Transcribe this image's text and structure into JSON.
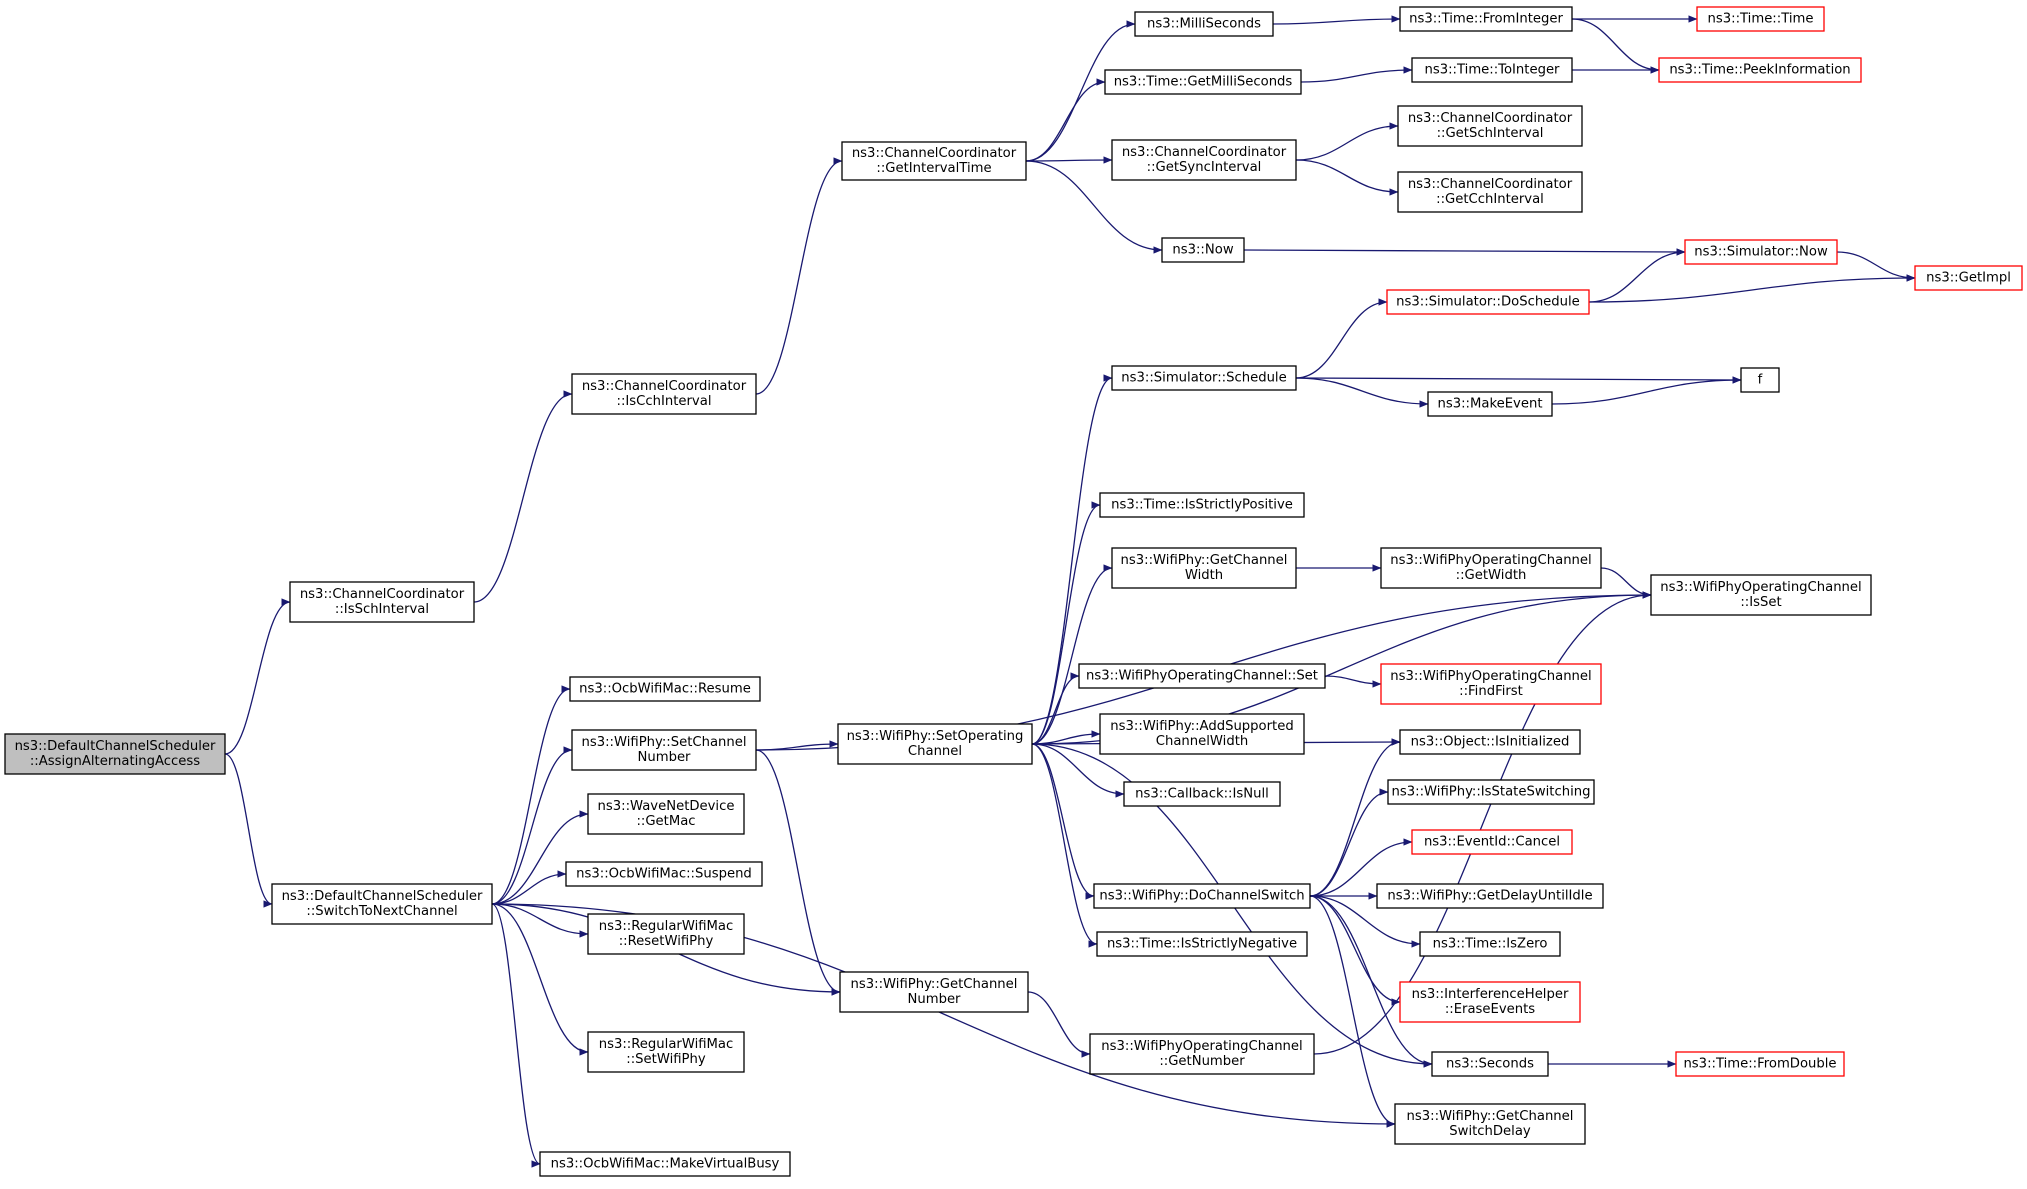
{
  "colors": {
    "edge": "#191970",
    "node_border": "#000000",
    "missing_node_border": "#ff0000",
    "root_fill": "#bfbfbf"
  },
  "nodes": [
    {
      "id": "root",
      "lines": [
        "ns3::DefaultChannelScheduler",
        "::AssignAlternatingAccess"
      ],
      "style": "root"
    },
    {
      "id": "isSch",
      "lines": [
        "ns3::ChannelCoordinator",
        "::IsSchInterval"
      ]
    },
    {
      "id": "switchNext",
      "lines": [
        "ns3::DefaultChannelScheduler",
        "::SwitchToNextChannel"
      ]
    },
    {
      "id": "isCch",
      "lines": [
        "ns3::ChannelCoordinator",
        "::IsCchInterval"
      ]
    },
    {
      "id": "getInterval",
      "lines": [
        "ns3::ChannelCoordinator",
        "::GetIntervalTime"
      ]
    },
    {
      "id": "milli",
      "lines": [
        "ns3::MilliSeconds"
      ]
    },
    {
      "id": "getMilli",
      "lines": [
        "ns3::Time::GetMilliSeconds"
      ]
    },
    {
      "id": "getSync",
      "lines": [
        "ns3::ChannelCoordinator",
        "::GetSyncInterval"
      ]
    },
    {
      "id": "now",
      "lines": [
        "ns3::Now"
      ]
    },
    {
      "id": "fromInt",
      "lines": [
        "ns3::Time::FromInteger"
      ]
    },
    {
      "id": "toInt",
      "lines": [
        "ns3::Time::ToInteger"
      ]
    },
    {
      "id": "getSchInt",
      "lines": [
        "ns3::ChannelCoordinator",
        "::GetSchInterval"
      ]
    },
    {
      "id": "getCchInt",
      "lines": [
        "ns3::ChannelCoordinator",
        "::GetCchInterval"
      ]
    },
    {
      "id": "timeTime",
      "lines": [
        "ns3::Time::Time"
      ],
      "style": "red"
    },
    {
      "id": "peek",
      "lines": [
        "ns3::Time::PeekInformation"
      ],
      "style": "red"
    },
    {
      "id": "simNow",
      "lines": [
        "ns3::Simulator::Now"
      ],
      "style": "red"
    },
    {
      "id": "getImpl",
      "lines": [
        "ns3::GetImpl"
      ],
      "style": "red"
    },
    {
      "id": "doSched",
      "lines": [
        "ns3::Simulator::DoSchedule"
      ],
      "style": "red"
    },
    {
      "id": "schedule",
      "lines": [
        "ns3::Simulator::Schedule"
      ]
    },
    {
      "id": "f",
      "lines": [
        "f"
      ]
    },
    {
      "id": "makeEvent",
      "lines": [
        "ns3::MakeEvent"
      ]
    },
    {
      "id": "isStrictPos",
      "lines": [
        "ns3::Time::IsStrictlyPositive"
      ]
    },
    {
      "id": "getChanWidth",
      "lines": [
        "ns3::WifiPhy::GetChannel",
        "Width"
      ]
    },
    {
      "id": "opGetWidth",
      "lines": [
        "ns3::WifiPhyOperatingChannel",
        "::GetWidth"
      ]
    },
    {
      "id": "opIsSet",
      "lines": [
        "ns3::WifiPhyOperatingChannel",
        "::IsSet"
      ]
    },
    {
      "id": "opSet",
      "lines": [
        "ns3::WifiPhyOperatingChannel::Set"
      ]
    },
    {
      "id": "findFirst",
      "lines": [
        "ns3::WifiPhyOperatingChannel",
        "::FindFirst"
      ],
      "style": "red"
    },
    {
      "id": "resume",
      "lines": [
        "ns3::OcbWifiMac::Resume"
      ]
    },
    {
      "id": "setChanNum",
      "lines": [
        "ns3::WifiPhy::SetChannel",
        "Number"
      ]
    },
    {
      "id": "setOpChan",
      "lines": [
        "ns3::WifiPhy::SetOperating",
        "Channel"
      ]
    },
    {
      "id": "addSupp",
      "lines": [
        "ns3::WifiPhy::AddSupported",
        "ChannelWidth"
      ]
    },
    {
      "id": "isInit",
      "lines": [
        "ns3::Object::IsInitialized"
      ]
    },
    {
      "id": "getMac",
      "lines": [
        "ns3::WaveNetDevice",
        "::GetMac"
      ]
    },
    {
      "id": "isNull",
      "lines": [
        "ns3::Callback::IsNull"
      ]
    },
    {
      "id": "isStateSw",
      "lines": [
        "ns3::WifiPhy::IsStateSwitching"
      ]
    },
    {
      "id": "suspend",
      "lines": [
        "ns3::OcbWifiMac::Suspend"
      ]
    },
    {
      "id": "cancel",
      "lines": [
        "ns3::EventId::Cancel"
      ],
      "style": "red"
    },
    {
      "id": "doChanSw",
      "lines": [
        "ns3::WifiPhy::DoChannelSwitch"
      ]
    },
    {
      "id": "getDelay",
      "lines": [
        "ns3::WifiPhy::GetDelayUntilIdle"
      ]
    },
    {
      "id": "resetPhy",
      "lines": [
        "ns3::RegularWifiMac",
        "::ResetWifiPhy"
      ]
    },
    {
      "id": "isStrictNeg",
      "lines": [
        "ns3::Time::IsStrictlyNegative"
      ]
    },
    {
      "id": "isZero",
      "lines": [
        "ns3::Time::IsZero"
      ]
    },
    {
      "id": "getChanNum",
      "lines": [
        "ns3::WifiPhy::GetChannel",
        "Number"
      ]
    },
    {
      "id": "erase",
      "lines": [
        "ns3::InterferenceHelper",
        "::EraseEvents"
      ],
      "style": "red"
    },
    {
      "id": "setPhy",
      "lines": [
        "ns3::RegularWifiMac",
        "::SetWifiPhy"
      ]
    },
    {
      "id": "opGetNum",
      "lines": [
        "ns3::WifiPhyOperatingChannel",
        "::GetNumber"
      ]
    },
    {
      "id": "seconds",
      "lines": [
        "ns3::Seconds"
      ]
    },
    {
      "id": "fromDouble",
      "lines": [
        "ns3::Time::FromDouble"
      ],
      "style": "red"
    },
    {
      "id": "getSwDelay",
      "lines": [
        "ns3::WifiPhy::GetChannel",
        "SwitchDelay"
      ]
    },
    {
      "id": "virtBusy",
      "lines": [
        "ns3::OcbWifiMac::MakeVirtualBusy"
      ]
    }
  ],
  "edges": [
    [
      "root",
      "isSch"
    ],
    [
      "root",
      "switchNext"
    ],
    [
      "isSch",
      "isCch"
    ],
    [
      "isCch",
      "getInterval"
    ],
    [
      "getInterval",
      "milli"
    ],
    [
      "getInterval",
      "getMilli"
    ],
    [
      "getInterval",
      "getSync"
    ],
    [
      "getInterval",
      "now"
    ],
    [
      "milli",
      "fromInt"
    ],
    [
      "fromInt",
      "timeTime"
    ],
    [
      "fromInt",
      "peek"
    ],
    [
      "getMilli",
      "toInt"
    ],
    [
      "toInt",
      "peek"
    ],
    [
      "getSync",
      "getSchInt"
    ],
    [
      "getSync",
      "getCchInt"
    ],
    [
      "now",
      "simNow"
    ],
    [
      "simNow",
      "getImpl"
    ],
    [
      "doSched",
      "simNow"
    ],
    [
      "doSched",
      "getImpl"
    ],
    [
      "schedule",
      "doSched"
    ],
    [
      "schedule",
      "f"
    ],
    [
      "schedule",
      "makeEvent"
    ],
    [
      "makeEvent",
      "f"
    ],
    [
      "switchNext",
      "resume"
    ],
    [
      "switchNext",
      "setChanNum"
    ],
    [
      "switchNext",
      "getMac"
    ],
    [
      "switchNext",
      "suspend"
    ],
    [
      "switchNext",
      "resetPhy"
    ],
    [
      "switchNext",
      "getChanNum"
    ],
    [
      "switchNext",
      "setPhy"
    ],
    [
      "switchNext",
      "getSwDelay"
    ],
    [
      "switchNext",
      "virtBusy"
    ],
    [
      "setChanNum",
      "opIsSet"
    ],
    [
      "setChanNum",
      "setOpChan"
    ],
    [
      "setChanNum",
      "getChanNum"
    ],
    [
      "setOpChan",
      "schedule"
    ],
    [
      "setOpChan",
      "isStrictPos"
    ],
    [
      "setOpChan",
      "getChanWidth"
    ],
    [
      "setOpChan",
      "opIsSet"
    ],
    [
      "setOpChan",
      "opSet"
    ],
    [
      "setOpChan",
      "addSupp"
    ],
    [
      "setOpChan",
      "isNull"
    ],
    [
      "setOpChan",
      "isInit"
    ],
    [
      "setOpChan",
      "doChanSw"
    ],
    [
      "setOpChan",
      "isStrictNeg"
    ],
    [
      "setOpChan",
      "seconds"
    ],
    [
      "getChanWidth",
      "opGetWidth"
    ],
    [
      "opGetWidth",
      "opIsSet"
    ],
    [
      "opSet",
      "findFirst"
    ],
    [
      "doChanSw",
      "isInit"
    ],
    [
      "doChanSw",
      "isStateSw"
    ],
    [
      "doChanSw",
      "cancel"
    ],
    [
      "doChanSw",
      "getDelay"
    ],
    [
      "doChanSw",
      "isZero"
    ],
    [
      "doChanSw",
      "erase"
    ],
    [
      "doChanSw",
      "seconds"
    ],
    [
      "doChanSw",
      "getSwDelay"
    ],
    [
      "getChanNum",
      "opGetNum"
    ],
    [
      "opGetNum",
      "opIsSet"
    ],
    [
      "seconds",
      "fromDouble"
    ]
  ]
}
